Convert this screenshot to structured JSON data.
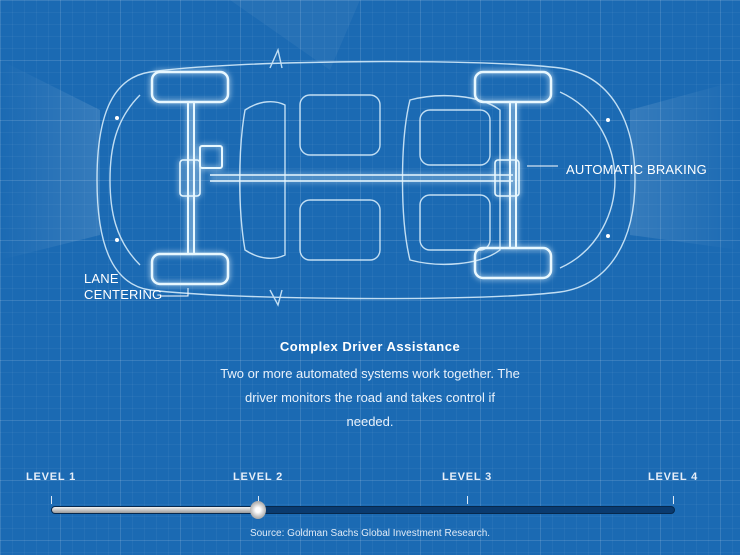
{
  "car_labels": {
    "automatic_braking": "AUTOMATIC BRAKING",
    "lane_centering_line1": "LANE",
    "lane_centering_line2": "CENTERING"
  },
  "info": {
    "title": "Complex Driver Assistance",
    "description": "Two or more automated systems work together. The driver monitors the road and takes control if needed."
  },
  "slider": {
    "levels": [
      "LEVEL 1",
      "LEVEL 2",
      "LEVEL 3",
      "LEVEL 4"
    ],
    "selected_level": 2,
    "fraction": 0.333
  },
  "source": "Source: Goldman Sachs Global Investment Research.",
  "colors": {
    "background": "#1b6ab3",
    "track": "#0a3a6e",
    "glow": "#bfe8ff"
  }
}
